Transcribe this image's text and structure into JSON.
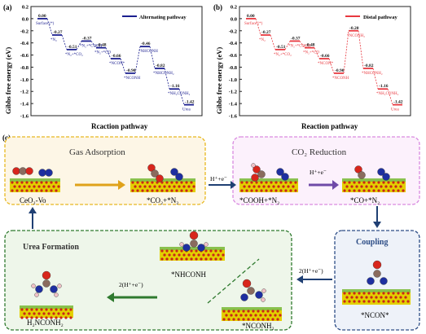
{
  "colors": {
    "alternating": "#1b1f8f",
    "distal": "#e8383f",
    "box_gas": "#e8b820",
    "box_co2": "#d98be0",
    "box_coupling": "#2d4d86",
    "box_urea": "#2f7a2f",
    "arrow_dark": "#1f3f73",
    "arrow_gold": "#e0a21a",
    "arrow_purple": "#6f4aa8",
    "slab_yellow": "#e3d000",
    "slab_red": "#c9261a",
    "slab_green": "#7dbb3c"
  },
  "panel_a": {
    "label": "(a)",
    "ylabel": "Gibbs free energy (eV)",
    "xlabel": "Rcaction pathway",
    "legend": "Alternating pathway",
    "start_label": "Surface (*)",
    "steps": [
      {
        "label": "*N₂",
        "value": "-0.27"
      },
      {
        "label": "*N₂+*CO₂",
        "value": "-0.51"
      },
      {
        "label": "*N₂+*COOH",
        "value": "-0.37"
      },
      {
        "label": "*N₂+*CO",
        "value": "-0.48"
      },
      {
        "label": "*NCON*",
        "value": "-0.66"
      },
      {
        "label": "*NCONH",
        "value": "-0.90"
      },
      {
        "label": "*NHCONH",
        "value": "-0.46"
      },
      {
        "label": "*NHCONH₂",
        "value": "-0.82"
      },
      {
        "label": "*NH₂CONH₂",
        "value": "-1.16"
      },
      {
        "label": "Urea",
        "value": "-1.42"
      }
    ],
    "start_value": "0.00"
  },
  "panel_b": {
    "label": "(b)",
    "ylabel": "Gibbs free energy (eV)",
    "xlabel": "Reaction pathway",
    "legend": "Distal pathway",
    "start_label": "Surface (*)",
    "steps": [
      {
        "label": "*N₂",
        "value": "-0.27"
      },
      {
        "label": "*N₂+*CO₂",
        "value": "-0.51"
      },
      {
        "label": "*N₂+*COOH",
        "value": "-0.37"
      },
      {
        "label": "*N₂+*CO",
        "value": "-0.48"
      },
      {
        "label": "*NCON*",
        "value": "-0.66"
      },
      {
        "label": "*NCONH",
        "value": "-0.90"
      },
      {
        "label": "*NCONH₂",
        "value": "-0.20"
      },
      {
        "label": "*NHCONH₂",
        "value": "-0.82"
      },
      {
        "label": "*NH₂CONH₂",
        "value": "-1.16"
      },
      {
        "label": "Urea",
        "value": "-1.42"
      }
    ],
    "start_value": "0.00"
  },
  "chart_data": [
    {
      "type": "line",
      "title": "",
      "ylabel": "Gibbs free energy (eV)",
      "xlabel": "Rcaction pathway",
      "ylim": [
        -1.6,
        0.2
      ],
      "yticks": [
        "0.2",
        "0.0",
        "-0.2",
        "-0.4",
        "-0.6",
        "-0.8",
        "-1.0",
        "-1.2",
        "-1.4",
        "-1.6"
      ],
      "series": [
        {
          "name": "Alternating pathway",
          "values": [
            0.0,
            -0.27,
            -0.51,
            -0.37,
            -0.48,
            -0.66,
            -0.9,
            -0.46,
            -0.82,
            -1.16,
            -1.42
          ]
        }
      ]
    },
    {
      "type": "line",
      "title": "",
      "ylabel": "Gibbs free energy (eV)",
      "xlabel": "Reaction pathway",
      "ylim": [
        -1.6,
        0.2
      ],
      "yticks": [
        "0.2",
        "0.0",
        "-0.2",
        "-0.4",
        "-0.6",
        "-0.8",
        "-1.0",
        "-1.2",
        "-1.4",
        "-1.6"
      ],
      "series": [
        {
          "name": "Distal pathway",
          "values": [
            0.0,
            -0.27,
            -0.51,
            -0.37,
            -0.48,
            -0.66,
            -0.9,
            -0.2,
            -0.82,
            -1.16,
            -1.42
          ]
        }
      ]
    }
  ],
  "panel_c": {
    "label": "(c)",
    "gas_title": "Gas Adsorption",
    "co2_title": "CO₂ Reduction",
    "coupling_title": "Coupling",
    "urea_title": "Urea Formation",
    "ceo2": "CeO₂-Vo",
    "co2n2": "*CO₂+*N₂",
    "coohn2": "*COOH+*N₂",
    "con2": "*CO+*N₂",
    "ncon": "*NCON*",
    "nhconh": "*NHCONH",
    "nconh2": "*NCONH₂",
    "urea": "H₂NCONH₂",
    "proton1": "H⁺+e⁻",
    "proton2": "H⁺+e⁻",
    "proton3": "2(H⁺+e⁻)",
    "proton4": "2(H⁺+e⁻)"
  }
}
